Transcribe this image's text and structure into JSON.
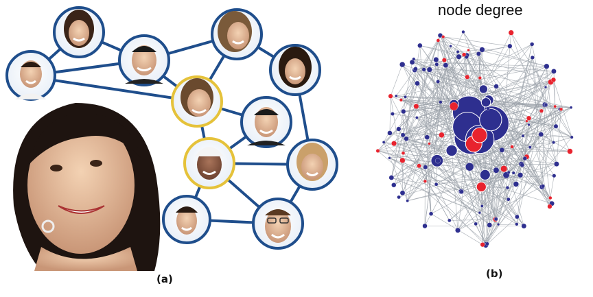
{
  "panel_a": {
    "caption": "(a)"
  },
  "panel_b": {
    "title": "node degree",
    "caption": "(b)",
    "colors": {
      "blue": "#2e2f8f",
      "red": "#e8232e",
      "edge": "#9aa0a8"
    }
  }
}
